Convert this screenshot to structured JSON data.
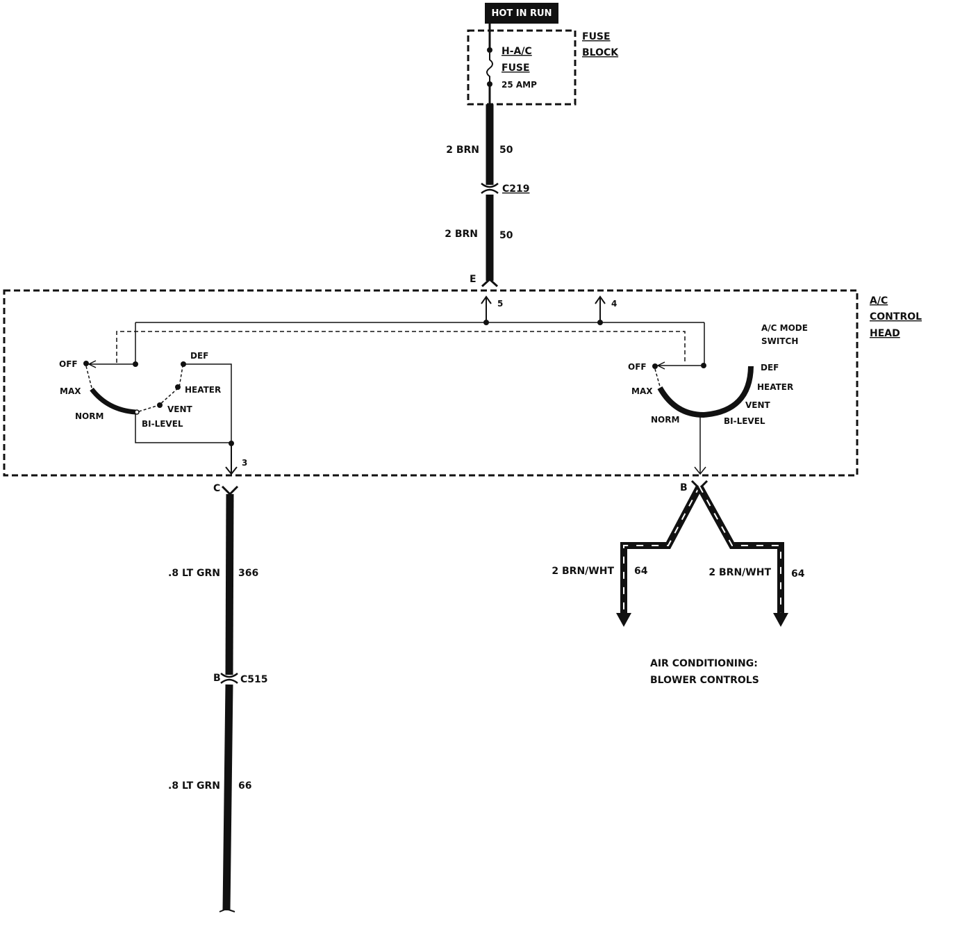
{
  "header": {
    "hot_in_run": "HOT IN RUN"
  },
  "fuse_block": {
    "title_line1": "FUSE",
    "title_line2": "BLOCK",
    "fuse_name_line1": "H-A/C",
    "fuse_name_line2": "FUSE",
    "fuse_rating": "25 AMP"
  },
  "wire_top": {
    "upper_gauge_color": "2 BRN",
    "upper_circuit": "50",
    "connector": "C219",
    "lower_gauge_color": "2 BRN",
    "lower_circuit": "50",
    "terminal": "E"
  },
  "control_head": {
    "title_line1": "A/C",
    "title_line2": "CONTROL",
    "title_line3": "HEAD",
    "pin_5": "5",
    "pin_4": "4",
    "pin_3": "3",
    "left_switch": {
      "off": "OFF",
      "def": "DEF",
      "max": "MAX",
      "heater": "HEATER",
      "norm": "NORM",
      "vent": "VENT",
      "bilevel": "BI-LEVEL"
    },
    "right_switch": {
      "title_line1": "A/C MODE",
      "title_line2": "SWITCH",
      "off": "OFF",
      "def": "DEF",
      "max": "MAX",
      "heater": "HEATER",
      "norm": "NORM",
      "vent": "VENT",
      "bilevel": "BI-LEVEL"
    }
  },
  "wire_left": {
    "terminal_c": "C",
    "upper_gauge_color": ".8 LT GRN",
    "upper_circuit": "366",
    "terminal_b": "B",
    "connector": "C515",
    "lower_gauge_color": ".8 LT GRN",
    "lower_circuit": "66"
  },
  "wire_right": {
    "terminal_b": "B",
    "left_gauge_color": "2 BRN/WHT",
    "left_circuit": "64",
    "right_gauge_color": "2 BRN/WHT",
    "right_circuit": "64"
  },
  "footer": {
    "line1": "AIR CONDITIONING:",
    "line2": "BLOWER CONTROLS"
  }
}
